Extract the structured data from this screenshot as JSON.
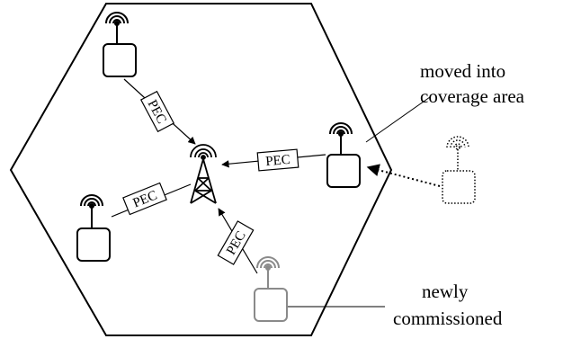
{
  "diagram": {
    "pec_label": "PEC",
    "annotations": {
      "moved_line1": "moved into",
      "moved_line2": "coverage area",
      "new_line1": "newly",
      "new_line2": "commissioned"
    },
    "colors": {
      "stroke": "#000000",
      "new_device": "#8a8a8a",
      "ghost_device": "#000000"
    }
  }
}
